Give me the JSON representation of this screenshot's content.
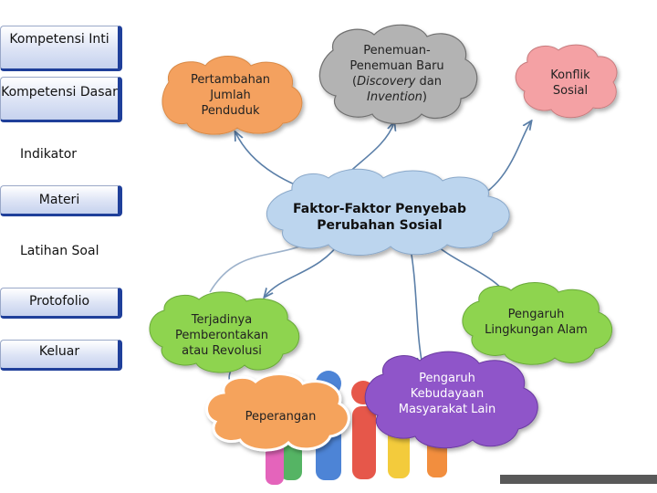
{
  "nav": {
    "kompetensi_inti": "Kompetensi Inti",
    "kompetensi_dasar": "Kompetensi Dasar",
    "indikator": "Indikator",
    "materi": "Materi",
    "latihan_soal": "Latihan Soal",
    "protofolio": "Protofolio",
    "keluar": "Keluar"
  },
  "center": {
    "line1": "Faktor-Faktor Penyebab",
    "line2": "Perubahan Sosial"
  },
  "nodes": {
    "pertambahan": [
      "Pertambahan",
      "Jumlah",
      "Penduduk"
    ],
    "penemuan": {
      "line1": "Penemuan-",
      "line2": "Penemuan Baru",
      "line3_open": "(",
      "line3_italic": "Discovery",
      "line3_mid": " dan",
      "line4_italic": "Invention",
      "line4_close": ")"
    },
    "konflik": [
      "Konflik",
      "Sosial"
    ],
    "pengaruh_alam": [
      "Pengaruh",
      "Lingkungan Alam"
    ],
    "terjadinya": [
      "Terjadinya",
      "Pemberontakan",
      "atau Revolusi"
    ],
    "peperangan": "Peperangan",
    "pengaruh_budaya": [
      "Pengaruh",
      "Kebudayaan",
      "Masyarakat Lain"
    ]
  },
  "colors": {
    "nav_border": "#1f3f9a",
    "center_cloud": "#bcd5ee",
    "pertambahan": "#f4a15f",
    "penemuan": "#b3b3b3",
    "konflik": "#f4a1a4",
    "pengaruh_alam": "#8ed44f",
    "terjadinya": "#8ed44f",
    "peperangan": "#f5a35c",
    "pengaruh_budaya": "#8f55c9",
    "connector": "#5b7fa8"
  }
}
